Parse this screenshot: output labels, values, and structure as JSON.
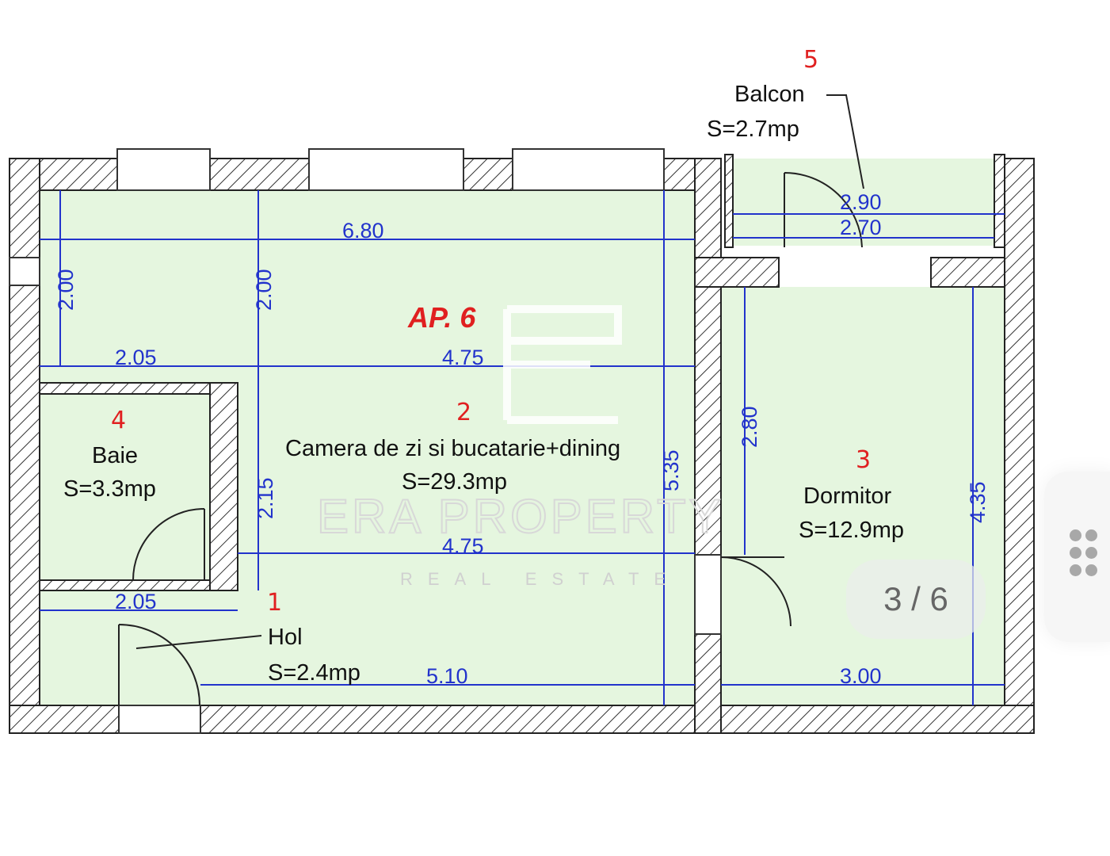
{
  "plan": {
    "apartment_label": "AP. 6",
    "rooms": [
      {
        "number": "1",
        "name": "Hol",
        "area": "S=2.4mp"
      },
      {
        "number": "2",
        "name": "Camera de zi si bucatarie+dining",
        "area": "S=29.3mp"
      },
      {
        "number": "3",
        "name": "Dormitor",
        "area": "S=12.9mp"
      },
      {
        "number": "4",
        "name": "Baie",
        "area": "S=3.3mp"
      },
      {
        "number": "5",
        "name": "Balcon",
        "area": "S=2.7mp"
      }
    ],
    "dimensions": {
      "living_width": "6.80",
      "left_height": "2.00",
      "mid_height": "2.00",
      "bath_width_top": "2.05",
      "living_mid_top": "4.75",
      "living_mid_bottom": "4.75",
      "bath_width_bottom": "2.05",
      "bath_side": "2.15",
      "living_height": "5.35",
      "hall_width": "5.10",
      "bedroom_door": "2.80",
      "bedroom_height": "4.35",
      "bedroom_width": "3.00",
      "balcony_outer": "2.90",
      "balcony_inner": "2.70"
    },
    "colors": {
      "floor": "#e5f6df",
      "dimension": "#2233cc",
      "room_number": "#e02020"
    }
  },
  "watermark": {
    "brand": "ERA PROPERTY",
    "tagline": "REAL ESTATE"
  },
  "gallery": {
    "counter": "3 / 6",
    "grid_icon": "grid-dots-icon"
  }
}
